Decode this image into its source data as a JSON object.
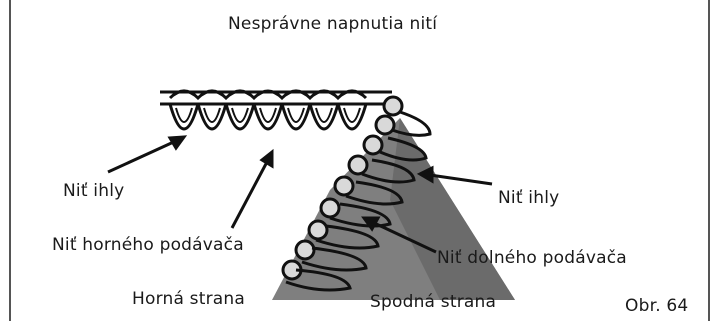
{
  "title": "Nesprávne napnutia nití",
  "labels": {
    "needle_thread_left": "Niť ihly",
    "needle_thread_right": "Niť ihly",
    "upper_looper_thread": "Niť horného podávača",
    "lower_looper_thread": "Niť dolného podávača",
    "top_side": "Horná strana",
    "bottom_side": "Spodná strana"
  },
  "figure_number": "Obr. 64",
  "colors": {
    "thread": "#111111",
    "fabric_underside": "#7a7a7a",
    "loop_fill": "#d9d9d9"
  }
}
